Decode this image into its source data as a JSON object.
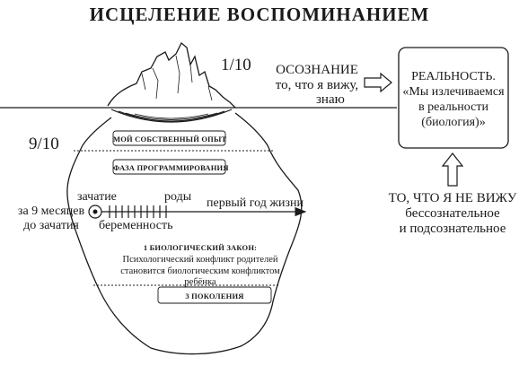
{
  "title": "ИСЦЕЛЕНИЕ ВОСПОМИНАНИЕМ",
  "visible_fraction": "1/10",
  "hidden_fraction": "9/10",
  "awareness": {
    "heading": "ОСОЗНАНИЕ",
    "line1": "то, что я вижу,",
    "line2": "знаю"
  },
  "reality_box": {
    "line1": "РЕАЛЬНОСТЬ.",
    "line2": "«Мы излечиваемся",
    "line3": "в реальности",
    "line4": "(биология)»"
  },
  "unseen": {
    "heading": "ТО, ЧТО Я НЕ ВИЖУ",
    "line1": "бессознательное",
    "line2": "и подсознательное"
  },
  "iceberg": {
    "own_experience": "МОЙ СОБСТВЕННЫЙ ОПЫТ",
    "programming_phase": "ФАЗА ПРОГРАММИРОВАНИЯ",
    "timeline": {
      "before_line1": "за 9 месяцев",
      "before_line2": "до зачатия",
      "conception": "зачатие",
      "birth": "роды",
      "pregnancy": "беременность",
      "first_year": "первый год жизни"
    },
    "law": {
      "heading": "1 БИОЛОГИЧЕСКИЙ ЗАКОН:",
      "line1": "Психологический конфликт родителей",
      "line2": "становится  биологическим конфликтом",
      "line3": "ребёнка"
    },
    "generations": "3 ПОКОЛЕНИЯ"
  },
  "colors": {
    "ink": "#1a1a1a",
    "background": "#ffffff"
  }
}
